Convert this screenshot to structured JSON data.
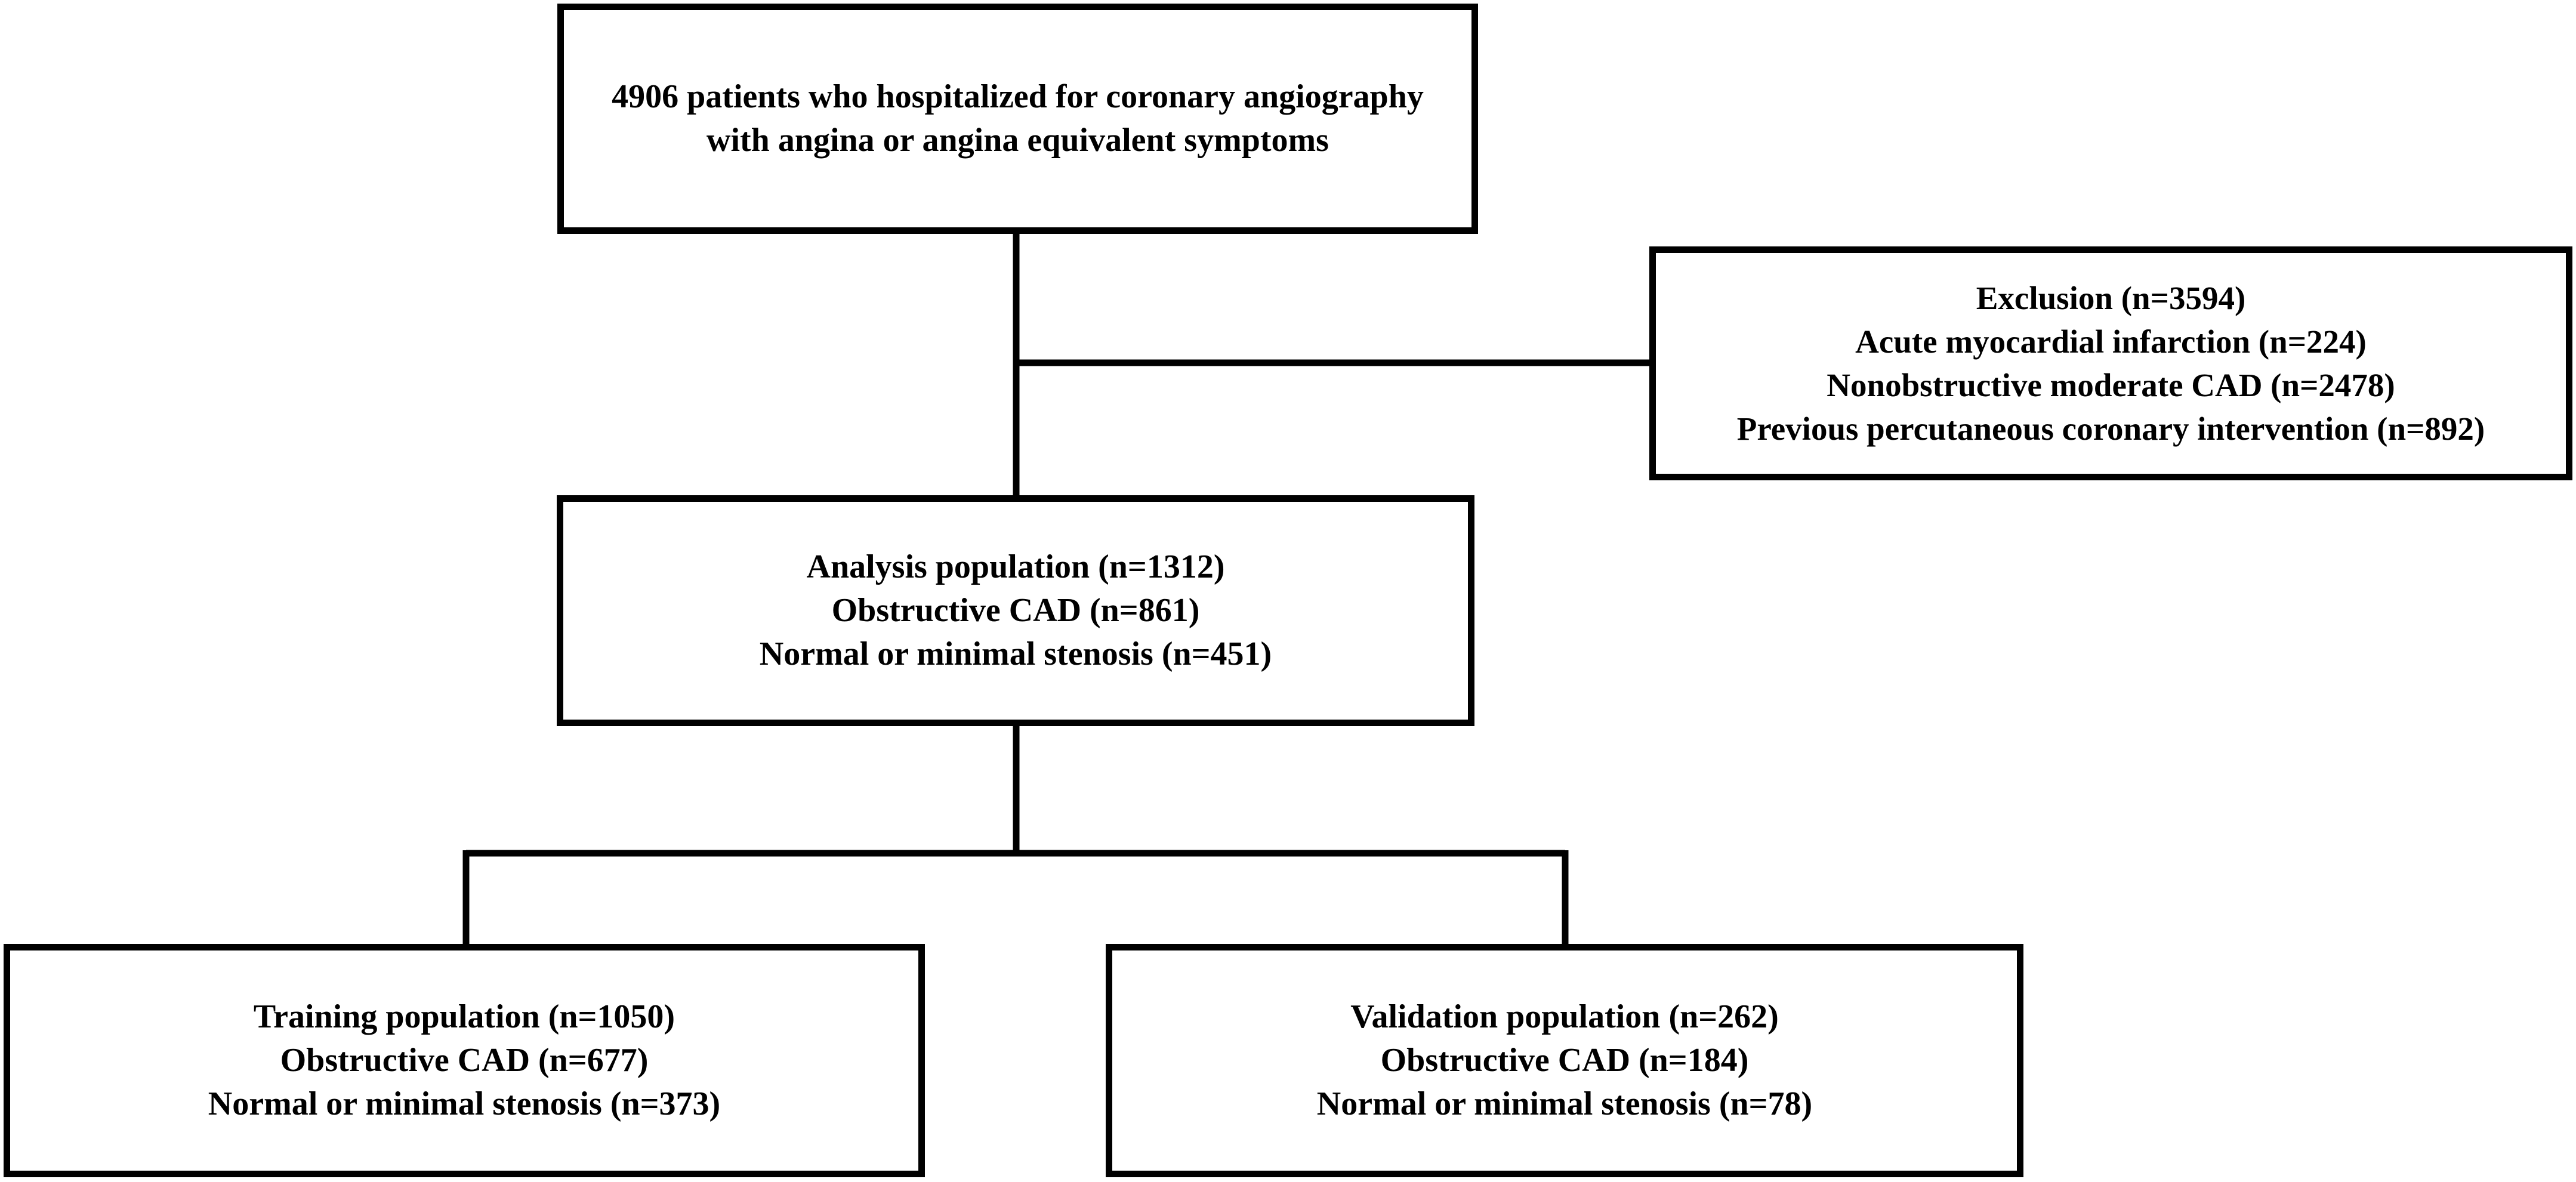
{
  "boxes": {
    "top": {
      "lines": [
        "4906 patients who hospitalized for coronary angiography",
        "with angina or angina equivalent symptoms"
      ]
    },
    "exclusion": {
      "lines": [
        "Exclusion (n=3594)",
        "Acute myocardial infarction (n=224)",
        "Nonobstructive moderate CAD (n=2478)",
        "Previous percutaneous coronary intervention (n=892)"
      ]
    },
    "analysis": {
      "lines": [
        "Analysis population (n=1312)",
        "Obstructive CAD (n=861)",
        "Normal or minimal stenosis (n=451)"
      ]
    },
    "training": {
      "lines": [
        "Training population (n=1050)",
        "Obstructive CAD (n=677)",
        "Normal or minimal stenosis (n=373)"
      ]
    },
    "validation": {
      "lines": [
        "Validation population (n=262)",
        "Obstructive CAD (n=184)",
        "Normal or minimal stenosis (n=78)"
      ]
    }
  },
  "connectors": [
    {
      "from": "top",
      "to": "analysis"
    },
    {
      "from": "top",
      "to": "exclusion"
    },
    {
      "from": "analysis",
      "to": "training"
    },
    {
      "from": "analysis",
      "to": "validation"
    }
  ],
  "colors": {
    "line": "#000000",
    "background": "#ffffff"
  }
}
